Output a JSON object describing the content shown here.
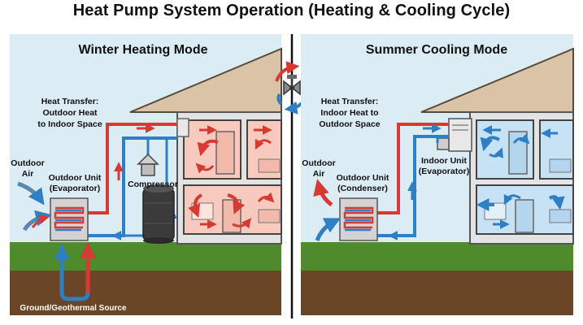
{
  "title": "Heat Pump System Operation (Heating & Cooling Cycle)",
  "winter": {
    "title": "Winter Heating Mode",
    "heat_transfer": [
      "Heat Transfer:",
      "Outdoor Heat",
      "to Indoor Space"
    ],
    "outdoor_air": [
      "Outdoor",
      "Air"
    ],
    "outdoor_unit": [
      "Outdoor Unit",
      "(Evaporator)"
    ],
    "compressor": "Compressor",
    "ground": "Ground/Geothermal Source"
  },
  "summer": {
    "title": "Summer Cooling Mode",
    "heat_transfer": [
      "Heat Transfer:",
      "Indoor Heat to",
      "Outdoor Space"
    ],
    "outdoor_air": [
      "Outdoor",
      "Air"
    ],
    "outdoor_unit": [
      "Outdoor Unit",
      "(Condenser)"
    ],
    "indoor_unit": [
      "Indoor Unit",
      "(Evaporator)"
    ]
  },
  "colors": {
    "hot": "#d63a33",
    "cold": "#2f7fc4",
    "sky": "#dcecf5",
    "grass": "#4f8a2c",
    "soil": "#6a4526",
    "roof": "#d9c4a8",
    "wall": "#dcdcdc",
    "room_warm": "#f8c9bd",
    "room_cool": "#c7e2f5"
  }
}
